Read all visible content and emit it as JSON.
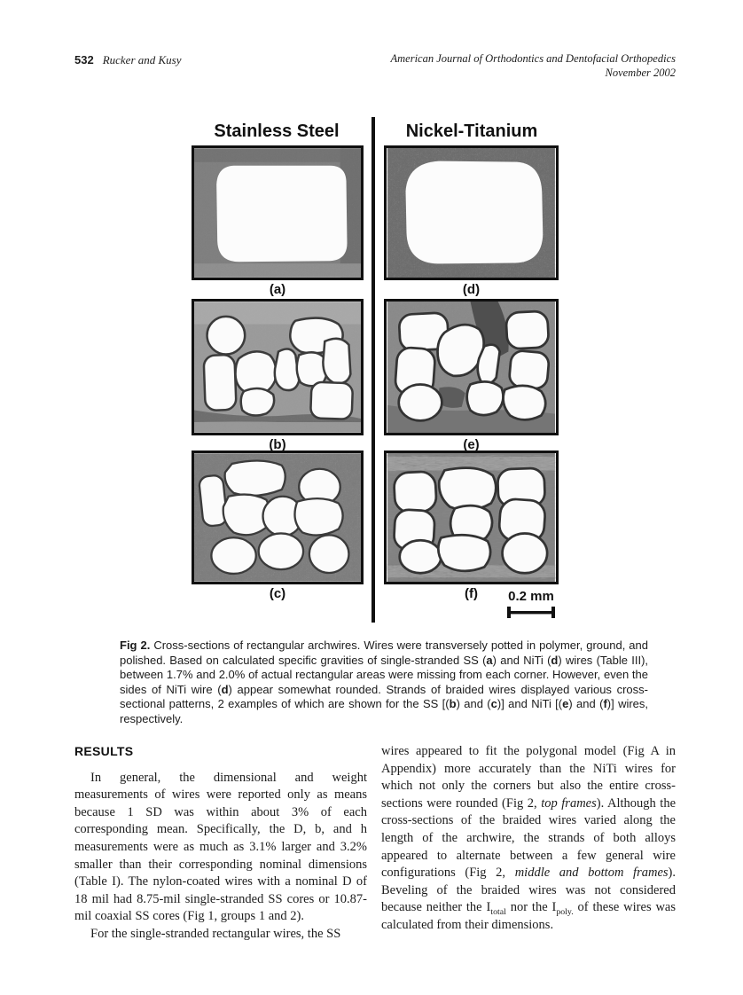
{
  "header": {
    "page_number": "532",
    "running_authors": "Rucker and Kusy",
    "journal_name": "American Journal of Orthodontics and Dentofacial Orthopedics",
    "issue_date": "November 2002"
  },
  "figure": {
    "left_column_title": "Stainless Steel",
    "right_column_title": "Nickel-Titanium",
    "panels": [
      {
        "label": "(a)",
        "material": "stainless-steel",
        "type": "single-stranded"
      },
      {
        "label": "(b)",
        "material": "stainless-steel",
        "type": "braided"
      },
      {
        "label": "(c)",
        "material": "stainless-steel",
        "type": "braided"
      },
      {
        "label": "(d)",
        "material": "nickel-titanium",
        "type": "single-stranded"
      },
      {
        "label": "(e)",
        "material": "nickel-titanium",
        "type": "braided"
      },
      {
        "label": "(f)",
        "material": "nickel-titanium",
        "type": "braided"
      }
    ],
    "scale_bar": {
      "label": "0.2 mm"
    },
    "caption_segments": [
      {
        "t": "Fig 2. ",
        "b": 1
      },
      {
        "t": "Cross-sections of rectangular archwires. Wires were transversely potted in polymer, ground, and polished. Based on calculated specific gravities of single-stranded SS ("
      },
      {
        "t": "a",
        "b": 1
      },
      {
        "t": ") and NiTi ("
      },
      {
        "t": "d",
        "b": 1
      },
      {
        "t": ") wires (Table III), between 1.7% and 2.0% of actual rectangular areas were missing from each corner. However, even the sides of NiTi wire ("
      },
      {
        "t": "d",
        "b": 1
      },
      {
        "t": ") appear somewhat rounded. Strands of braided wires displayed various cross-sectional patterns, 2 examples of which are shown for the SS [("
      },
      {
        "t": "b",
        "b": 1
      },
      {
        "t": ") and ("
      },
      {
        "t": "c",
        "b": 1
      },
      {
        "t": ")] and NiTi [("
      },
      {
        "t": "e",
        "b": 1
      },
      {
        "t": ") and ("
      },
      {
        "t": "f",
        "b": 1
      },
      {
        "t": ")] wires, respectively."
      }
    ]
  },
  "results": {
    "heading": "RESULTS",
    "left_paragraphs": [
      "In general, the dimensional and weight measurements of wires were reported only as means because 1 SD was within about 3% of each corresponding mean. Specifically, the D, b, and h measurements were as much as 3.1% larger and 3.2% smaller than their corresponding nominal dimensions (Table I). The nylon-coated wires with a nominal D of 18 mil had 8.75-mil single-stranded SS cores or 10.87-mil coaxial SS cores (Fig 1, groups 1 and 2).",
      "For the single-stranded rectangular wires, the SS"
    ],
    "right_paragraph_segments": [
      {
        "t": "wires appeared to fit the polygonal model (Fig A in Appendix) more accurately than the NiTi wires for which not only the corners but also the entire cross-sections were rounded (Fig 2, "
      },
      {
        "t": "top frames",
        "i": 1
      },
      {
        "t": "). Although the cross-sections of the braided wires varied along the length of the archwire, the strands of both alloys appeared to alternate between a few general wire configurations (Fig 2, "
      },
      {
        "t": "middle and bottom frames",
        "i": 1
      },
      {
        "t": "). Beveling of the braided wires was not considered because neither the I"
      },
      {
        "t": "total",
        "sub": 1
      },
      {
        "t": " nor the I"
      },
      {
        "t": "poly.",
        "sub": 1
      },
      {
        "t": " of these wires was calculated from their dimensions."
      }
    ]
  },
  "colors": {
    "page_background": "#ffffff",
    "text": "#1c1c1c",
    "micrograph_matrix_gray": "#7f7f7f",
    "micrograph_wire_white": "#fcfcfc",
    "frame_black": "#101010"
  }
}
